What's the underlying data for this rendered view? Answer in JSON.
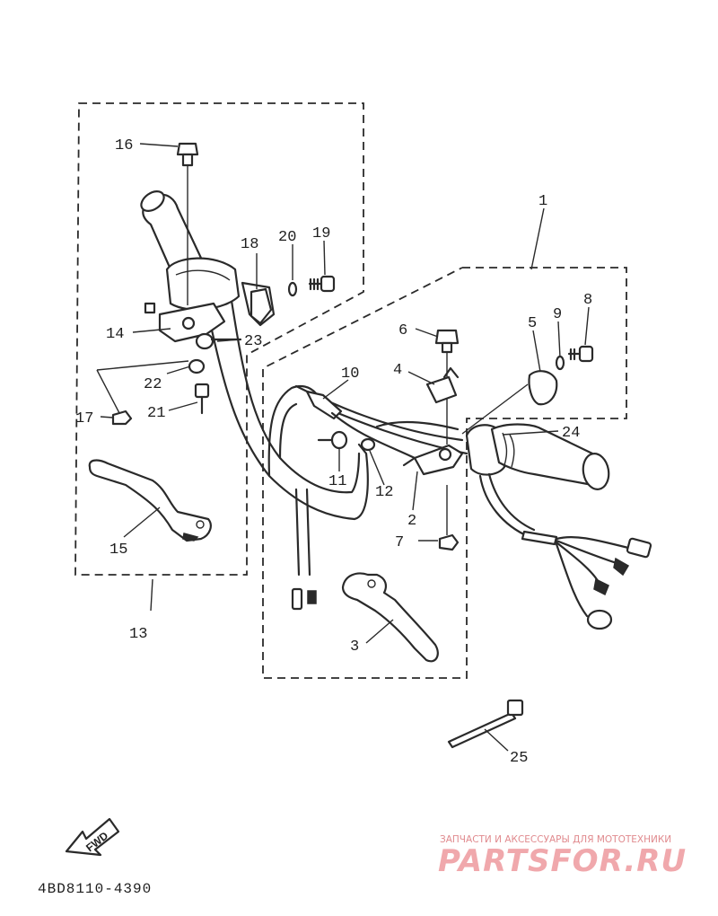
{
  "diagram": {
    "part_labels": [
      {
        "id": "1",
        "text": "1"
      },
      {
        "id": "2",
        "text": "2"
      },
      {
        "id": "3",
        "text": "3"
      },
      {
        "id": "4",
        "text": "4"
      },
      {
        "id": "5",
        "text": "5"
      },
      {
        "id": "6",
        "text": "6"
      },
      {
        "id": "7",
        "text": "7"
      },
      {
        "id": "8",
        "text": "8"
      },
      {
        "id": "9",
        "text": "9"
      },
      {
        "id": "10",
        "text": "10"
      },
      {
        "id": "11",
        "text": "11"
      },
      {
        "id": "12",
        "text": "12"
      },
      {
        "id": "13",
        "text": "13"
      },
      {
        "id": "14",
        "text": "14"
      },
      {
        "id": "15",
        "text": "15"
      },
      {
        "id": "16",
        "text": "16"
      },
      {
        "id": "17",
        "text": "17"
      },
      {
        "id": "18",
        "text": "18"
      },
      {
        "id": "19",
        "text": "19"
      },
      {
        "id": "20",
        "text": "20"
      },
      {
        "id": "21",
        "text": "21"
      },
      {
        "id": "22",
        "text": "22"
      },
      {
        "id": "23",
        "text": "23"
      },
      {
        "id": "24",
        "text": "24"
      },
      {
        "id": "25",
        "text": "25"
      }
    ],
    "figure_code": "4BD8110-4390",
    "direction_marker": "FWD"
  },
  "watermark": {
    "tagline": "ЗАПЧАСТИ И АКСЕССУАРЫ ДЛЯ МОТОТЕХНИКИ",
    "logo_text": "PARTSFOR.RU",
    "color": "#f0a8ac"
  }
}
